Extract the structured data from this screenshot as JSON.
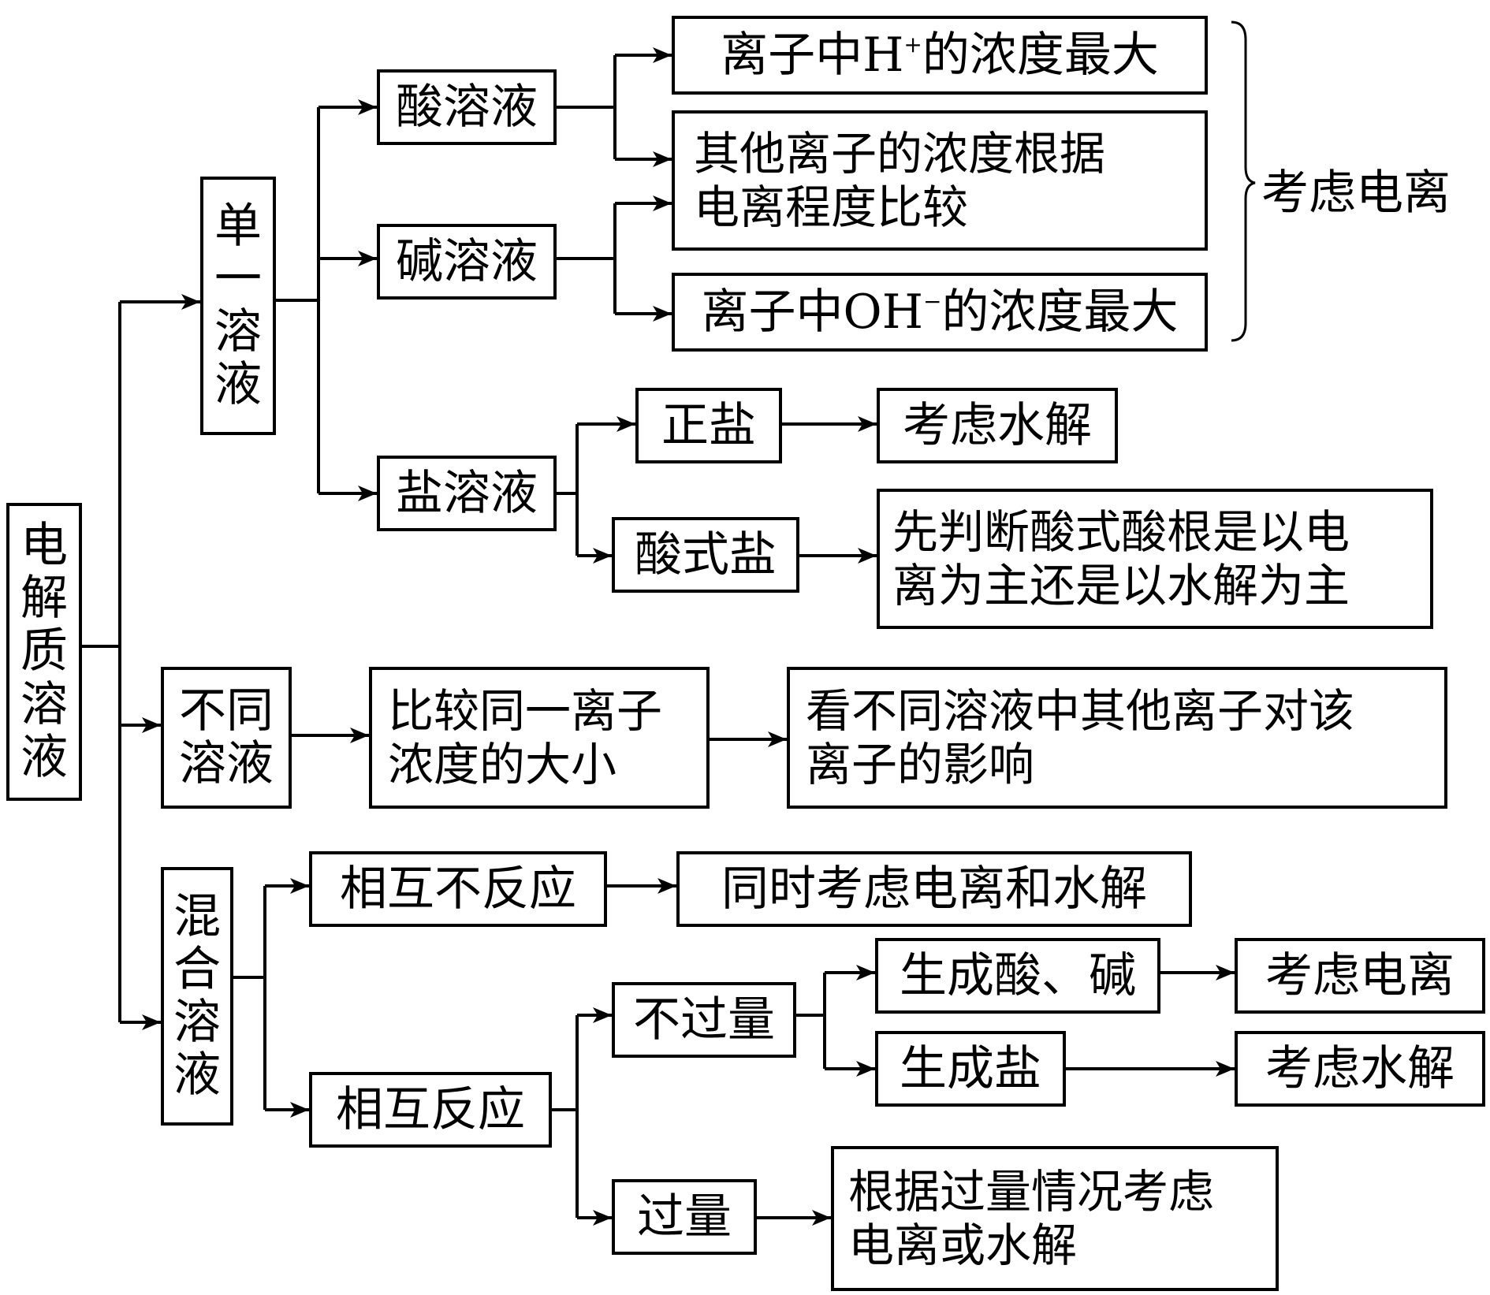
{
  "diagram": {
    "root": "电解质溶液",
    "single": {
      "label": "单一溶液",
      "acid": {
        "label": "酸溶液",
        "h_max_pre": "离子中H",
        "h_max_sup": "+",
        "h_max_post": "的浓度最大"
      },
      "others": "其他离子的浓度根据\n电离程度比较",
      "base": {
        "label": "碱溶液",
        "oh_max_pre": "离子中OH",
        "oh_max_sup": "−",
        "oh_max_post": "的浓度最大"
      },
      "brace_note": "考虑电离",
      "salt": {
        "label": "盐溶液",
        "normal_salt": "正盐",
        "normal_salt_note": "考虑水解",
        "acid_salt": "酸式盐",
        "acid_salt_note": "先判断酸式酸根是以电\n离为主还是以水解为主"
      }
    },
    "different": {
      "label": "不同溶液",
      "compare": "比较同一离子\n浓度的大小",
      "note": "看不同溶液中其他离子对该\n离子的影响"
    },
    "mixed": {
      "label": "混合溶液",
      "no_react": "相互不反应",
      "no_react_note": "同时考虑电离和水解",
      "react": "相互反应",
      "not_excess": "不过量",
      "gen_acid_base": "生成酸、碱",
      "gen_acid_base_note": "考虑电离",
      "gen_salt": "生成盐",
      "gen_salt_note": "考虑水解",
      "excess": "过量",
      "excess_note": "根据过量情况考虑\n电离或水解"
    }
  }
}
